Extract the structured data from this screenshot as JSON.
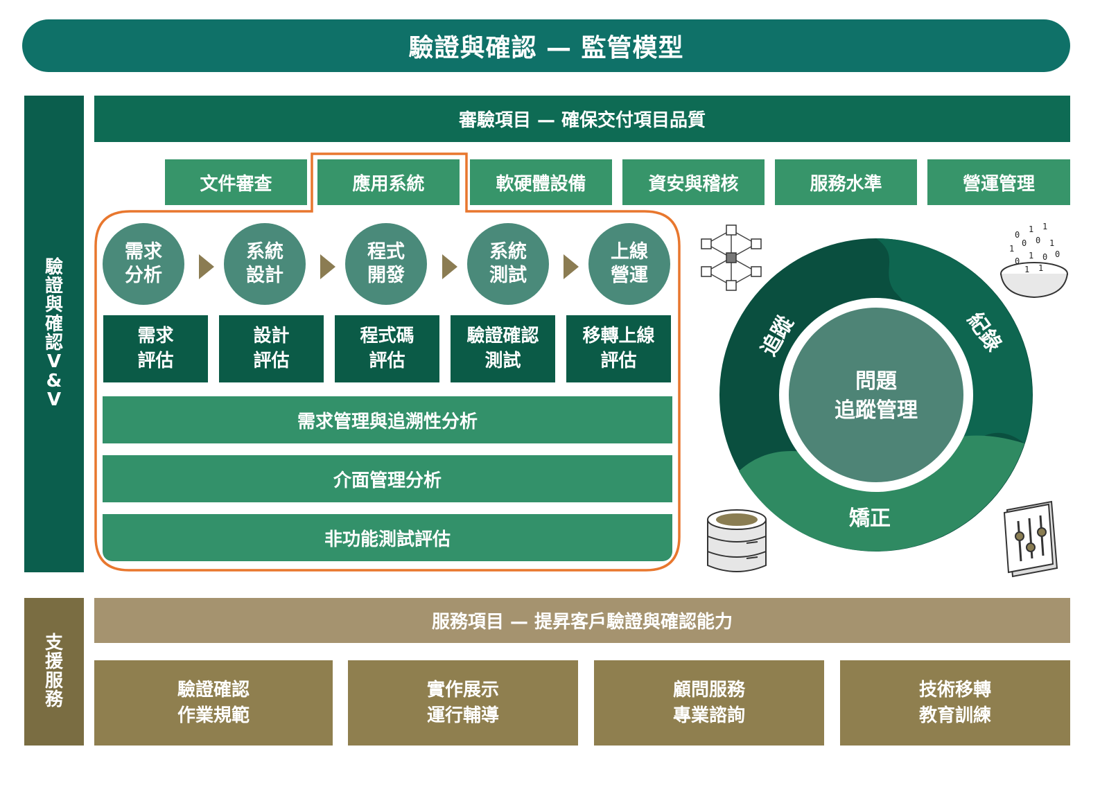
{
  "title": "驗證與確認 — 監管模型",
  "vv_side_label": [
    "驗",
    "證",
    "與",
    "確",
    "認",
    "V",
    "&",
    "V"
  ],
  "support_side_label": [
    "支",
    "援",
    "服",
    "務"
  ],
  "review": {
    "header": "審驗項目 — 確保交付項目品質",
    "categories": [
      "文件審查",
      "應用系統",
      "軟硬體設備",
      "資安與稽核",
      "服務水準",
      "營運管理"
    ]
  },
  "phases": [
    {
      "line1": "需求",
      "line2": "分析"
    },
    {
      "line1": "系統",
      "line2": "設計"
    },
    {
      "line1": "程式",
      "line2": "開發"
    },
    {
      "line1": "系統",
      "line2": "測試"
    },
    {
      "line1": "上線",
      "line2": "營運"
    }
  ],
  "assessments": [
    {
      "line1": "需求",
      "line2": "評估"
    },
    {
      "line1": "設計",
      "line2": "評估"
    },
    {
      "line1": "程式碼",
      "line2": "評估"
    },
    {
      "line1": "驗證確認",
      "line2": "測試"
    },
    {
      "line1": "移轉上線",
      "line2": "評估"
    }
  ],
  "bands": [
    "需求管理與追溯性分析",
    "介面管理分析",
    "非功能測試評估"
  ],
  "cycle": {
    "center_line1": "問題",
    "center_line2": "追蹤管理",
    "segments": [
      "追蹤",
      "紀錄",
      "矯正"
    ]
  },
  "icons": [
    "network-icon",
    "binary-data-icon",
    "database-icon",
    "equalizer-icon"
  ],
  "services": {
    "header": "服務項目 — 提昇客戶驗證與確認能力",
    "items": [
      {
        "line1": "驗證確認",
        "line2": "作業規範"
      },
      {
        "line1": "實作展示",
        "line2": "運行輔導"
      },
      {
        "line1": "顧問服務",
        "line2": "專業諮詢"
      },
      {
        "line1": "技術移轉",
        "line2": "教育訓練"
      }
    ]
  },
  "colors": {
    "title_teal": "#0f7168",
    "dark_green": "#0b5e4d",
    "mid_green": "#37956a",
    "phase_circle": "#4a8a7a",
    "highlight_orange": "#e8772e",
    "gold": "#8f7f4f",
    "light_gold": "#a5936f"
  }
}
